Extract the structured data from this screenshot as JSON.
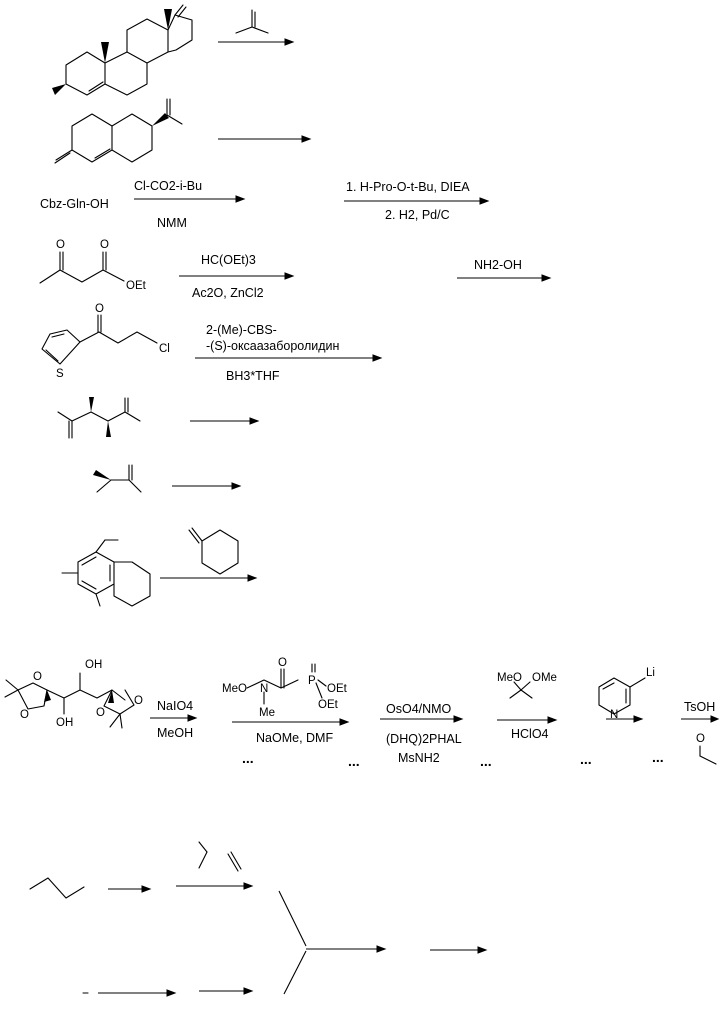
{
  "reactions": {
    "r3": {
      "reactant": "Cbz-Gln-OH",
      "arrow1_above": "Cl-CO2-i-Bu",
      "arrow1_below": "NMM",
      "arrow2_above": "1. H-Pro-O-t-Bu, DIEA",
      "arrow2_below": "2. H2, Pd/C"
    },
    "r4": {
      "ester_label": "OEt",
      "ketone_o1": "O",
      "ketone_o2": "O",
      "arrow1_above": "HC(OEt)3",
      "arrow1_below": "Ac2O, ZnCl2",
      "arrow2_above": "NH2-OH"
    },
    "r5": {
      "ketone_o": "O",
      "ring_s": "S",
      "chloride": "Cl",
      "reagent_line1": "2-(Me)-CBS-",
      "reagent_line2": "-(S)-оксаазаборолидин",
      "reagent_below": "BH3*THF"
    },
    "r9": {
      "ring_oh_top": "OH",
      "ring_oh_bottom": "OH",
      "ring_o1": "O",
      "ring_o2": "O",
      "ring_o3": "O",
      "ring_o4": "O",
      "step1_above": "NaIO4",
      "step1_below": "MeOH",
      "reagent2_meo": "MeO",
      "reagent2_n": "N",
      "reagent2_o": "O",
      "reagent2_p": "P",
      "reagent2_oet1": "OEt",
      "reagent2_oet2": "OEt",
      "reagent2_me": "Me",
      "step2_below": "NaOMe, DMF",
      "step3_above": "OsO4/NMO",
      "step3_below1": "(DHQ)2PHAL",
      "step3_below2": "MsNH2",
      "reagent4_meo": "MeO",
      "reagent4_ome": "OMe",
      "step4_below": "HClO4",
      "reagent5_li": "Li",
      "reagent5_n": "N",
      "step6_above": "TsOH",
      "step6_o": "O",
      "ellipsis": "..."
    }
  }
}
